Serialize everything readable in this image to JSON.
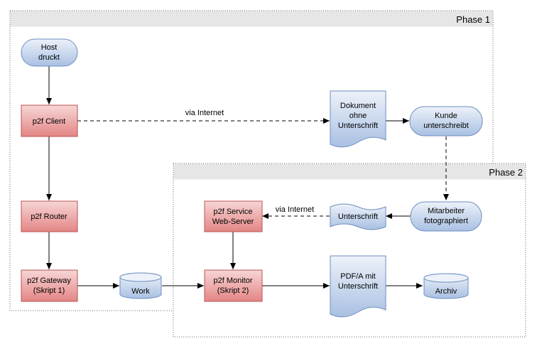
{
  "phases": {
    "phase1": "Phase 1",
    "phase2": "Phase 2"
  },
  "nodes": {
    "host": [
      "Host",
      "druckt"
    ],
    "client": [
      "p2f Client"
    ],
    "router": [
      "p2f Router"
    ],
    "gateway": [
      "p2f Gateway",
      "(Skript 1)"
    ],
    "work": [
      "Work"
    ],
    "monitor": [
      "p2f Monitor",
      "(Skript 2)"
    ],
    "service": [
      "p2f Service",
      "Web-Server"
    ],
    "dokument": [
      "Dokument",
      "ohne",
      "Unterschrift"
    ],
    "kunde": [
      "Kunde",
      "unterschreibt"
    ],
    "mitarbeiter": [
      "Mitarbeiter",
      "fotographiert"
    ],
    "unterschrift": [
      "Unterschrift"
    ],
    "pdfa": [
      "PDF/A mit",
      "Unterschrift"
    ],
    "archiv": [
      "Archiv"
    ]
  },
  "edges": {
    "via_internet_1": "via Internet",
    "via_internet_2": "via Internet"
  },
  "colors": {
    "process_fill_top": "#f4c8c8",
    "process_fill_bottom": "#e07a7a",
    "process_stroke": "#b85450",
    "terminal_fill_top": "#e8eef8",
    "terminal_fill_bottom": "#a9c0e2",
    "terminal_stroke": "#6c8ebf",
    "phase_header": "#e6e6e6"
  }
}
